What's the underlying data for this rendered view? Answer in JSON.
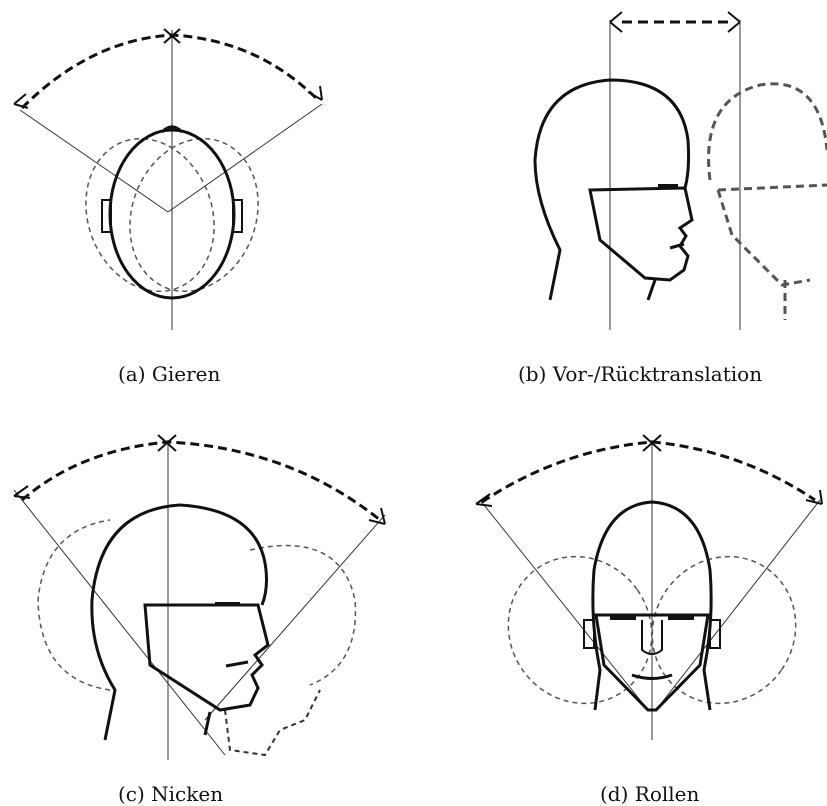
{
  "figure": {
    "panels": [
      {
        "id": "a",
        "caption": "(a) Gieren"
      },
      {
        "id": "b",
        "caption": "(b) Vor-/Rücktranslation"
      },
      {
        "id": "c",
        "caption": "(c) Nicken"
      },
      {
        "id": "d",
        "caption": "(d) Rollen"
      }
    ]
  },
  "colors": {
    "ink": "#111111",
    "ghost": "#555555",
    "guide": "#333333"
  }
}
